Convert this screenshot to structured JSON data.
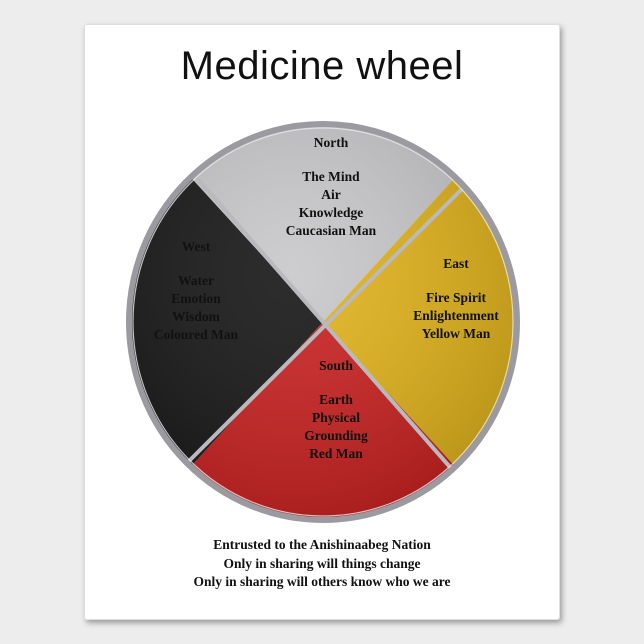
{
  "title": "Medicine wheel",
  "colors": {
    "north": "#c8c8ca",
    "east": "#e0b21a",
    "south": "#c8201f",
    "west": "#151515",
    "rim": "#9a9aa0"
  },
  "quadrants": {
    "north": {
      "direction": "North",
      "lines": [
        "The Mind",
        "Air",
        "Knowledge",
        "Caucasian Man"
      ]
    },
    "east": {
      "direction": "East",
      "lines": [
        "Fire Spirit",
        "Enlightenment",
        "Yellow Man"
      ]
    },
    "south": {
      "direction": "South",
      "lines": [
        "Earth",
        "Physical",
        "Grounding",
        "Red Man"
      ]
    },
    "west": {
      "direction": "West",
      "lines": [
        "Water",
        "Emotion",
        "Wisdom",
        "Coloured Man"
      ]
    }
  },
  "footer": [
    "Entrusted to the Anishinaabeg Nation",
    "Only in sharing will things change",
    "Only in sharing will others know who we are"
  ]
}
